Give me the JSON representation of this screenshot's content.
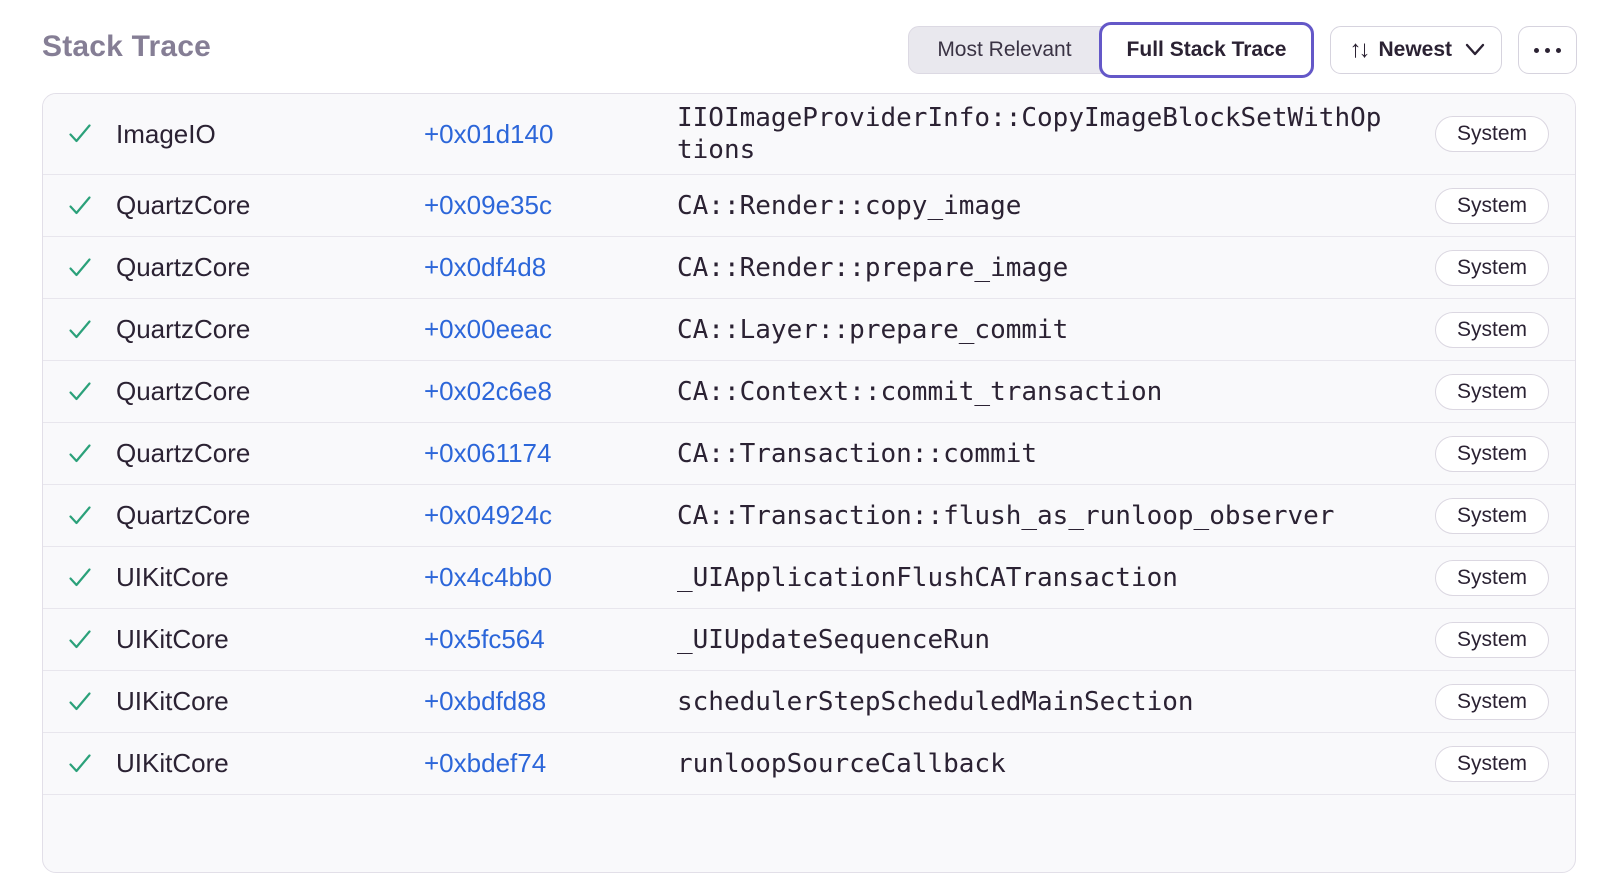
{
  "header": {
    "title": "Stack Trace",
    "view_toggle": {
      "most_relevant_label": "Most Relevant",
      "full_stack_trace_label": "Full Stack Trace"
    },
    "sort_button": {
      "label": "Newest",
      "sort_glyph": "↑↓"
    },
    "icons": {
      "sort": "sort-arrows-icon",
      "chevron": "chevron-down-icon",
      "more": "ellipsis-icon",
      "frame_status": "check-icon"
    }
  },
  "colors": {
    "accent_purple": "#6458c8",
    "link_blue": "#2c66d9",
    "check_green": "#2ba17a",
    "row_background": "#f9f9fb",
    "title_gray": "#857e95"
  },
  "frames": [
    {
      "module": "ImageIO",
      "address": "+0x01d140",
      "function": "IIOImageProviderInfo::CopyImageBlockSetWithOptions",
      "badge": "System"
    },
    {
      "module": "QuartzCore",
      "address": "+0x09e35c",
      "function": "CA::Render::copy_image",
      "badge": "System"
    },
    {
      "module": "QuartzCore",
      "address": "+0x0df4d8",
      "function": "CA::Render::prepare_image",
      "badge": "System"
    },
    {
      "module": "QuartzCore",
      "address": "+0x00eeac",
      "function": "CA::Layer::prepare_commit",
      "badge": "System"
    },
    {
      "module": "QuartzCore",
      "address": "+0x02c6e8",
      "function": "CA::Context::commit_transaction",
      "badge": "System"
    },
    {
      "module": "QuartzCore",
      "address": "+0x061174",
      "function": "CA::Transaction::commit",
      "badge": "System"
    },
    {
      "module": "QuartzCore",
      "address": "+0x04924c",
      "function": "CA::Transaction::flush_as_runloop_observer",
      "badge": "System"
    },
    {
      "module": "UIKitCore",
      "address": "+0x4c4bb0",
      "function": "_UIApplicationFlushCATransaction",
      "badge": "System"
    },
    {
      "module": "UIKitCore",
      "address": "+0x5fc564",
      "function": "_UIUpdateSequenceRun",
      "badge": "System"
    },
    {
      "module": "UIKitCore",
      "address": "+0xbdfd88",
      "function": "schedulerStepScheduledMainSection",
      "badge": "System"
    },
    {
      "module": "UIKitCore",
      "address": "+0xbdef74",
      "function": "runloopSourceCallback",
      "badge": "System"
    }
  ]
}
